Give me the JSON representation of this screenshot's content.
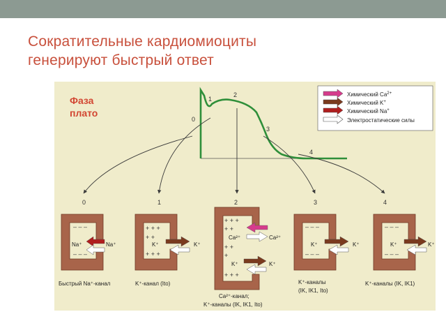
{
  "slide": {
    "title_line1": "Сократительные кардиомиоциты",
    "title_line2": "генерируют быстрый ответ"
  },
  "colors": {
    "topbar": "#8c9a92",
    "title": "#c8503c",
    "figure_bg": "#f0eccb",
    "curve": "#2f8f3a",
    "cell_wall": "#a8644a",
    "calcium_arrow": "#d63c8c",
    "potassium_arrow": "#7a3a1e",
    "sodium_arrow": "#b01e1e",
    "electrostatic_arrow": "#ffffff"
  },
  "figure": {
    "plateau_label_line1": "Фаза",
    "plateau_label_line2": "плато",
    "phase_numbers": [
      "0",
      "1",
      "2",
      "3",
      "4"
    ],
    "legend": {
      "ca": {
        "text": "Химический Ca",
        "sup": "2+"
      },
      "k": {
        "text": "Химический K",
        "sup": "+"
      },
      "na": {
        "text": "Химический Na",
        "sup": "+"
      },
      "electrostatic": {
        "text": "Электростатические силы"
      }
    },
    "cells": {
      "c0": {
        "phase": "0",
        "in_label": "Na⁺",
        "out_label": "Na⁺",
        "caption": "Быстрый Na⁺-канал"
      },
      "c1": {
        "phase": "1",
        "in_label": "K⁺",
        "out_label": "K⁺",
        "caption": "K⁺-канал (Ito)"
      },
      "c2": {
        "phase": "2",
        "ca_in": "Ca²⁺",
        "ca_out": "Ca²⁺",
        "k_in": "K⁺",
        "k_out": "K⁺",
        "caption_line1": "Ca²⁺-канал;",
        "caption_line2": "K⁺-каналы (IK, IK1, Ito)"
      },
      "c3": {
        "phase": "3",
        "in_label": "K⁺",
        "out_label": "K⁺",
        "caption_line1": "K⁺-каналы",
        "caption_line2": "(IK, IK1, Ito)"
      },
      "c4": {
        "phase": "4",
        "in_label": "K⁺",
        "out_label": "K⁺",
        "caption": "K⁺-каналы (IK, IK1)"
      }
    }
  }
}
